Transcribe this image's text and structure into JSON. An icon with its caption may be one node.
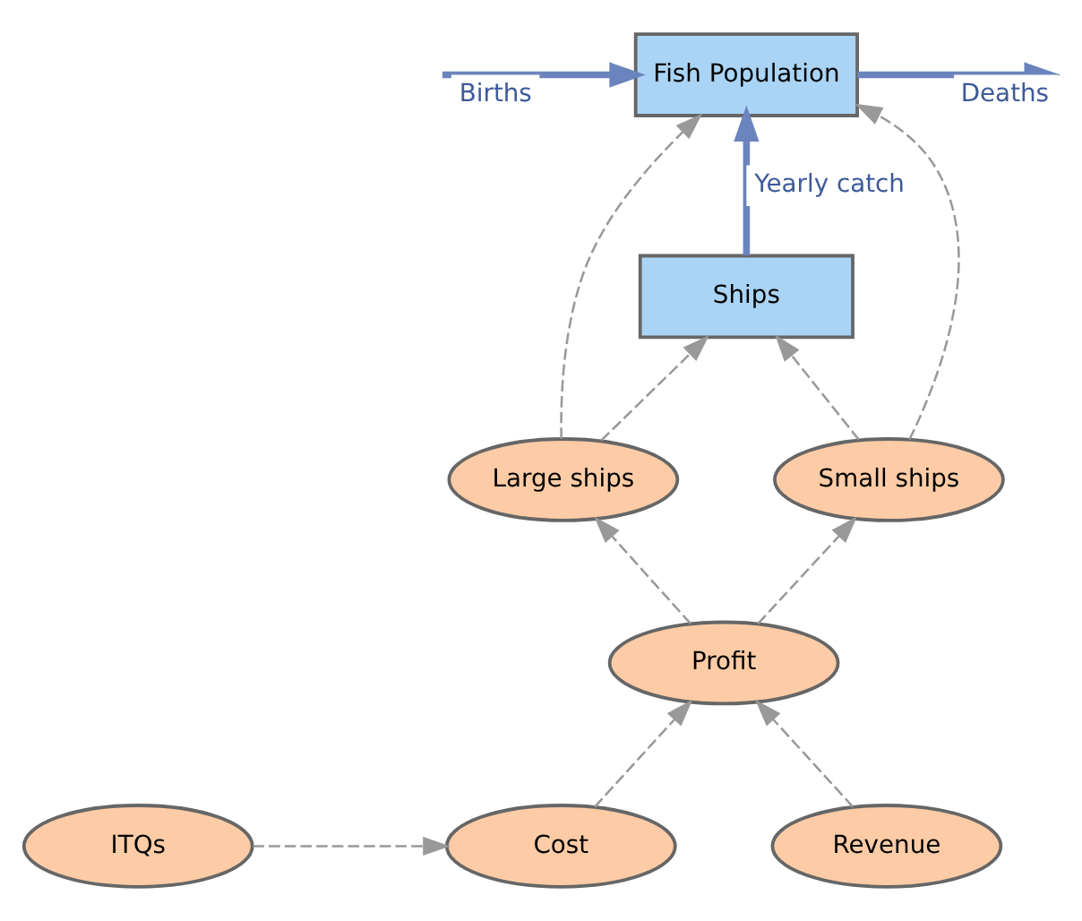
{
  "diagram": {
    "nodes": [
      {
        "text": [
          "Fish Population"
        ]
      },
      {
        "text": [
          "Ships"
        ]
      },
      {
        "text": [
          "Large ships"
        ]
      },
      {
        "text": [
          "Small ships"
        ]
      },
      {
        "text": [
          "Profit"
        ]
      },
      {
        "text": [
          "ITQs"
        ]
      },
      {
        "text": [
          "Cost"
        ]
      },
      {
        "text": [
          "Revenue"
        ]
      }
    ],
    "edges": [
      {
        "from": null,
        "to": 0,
        "arrow": "to",
        "label": "Births",
        "style": "thick",
        "color": "#6b84bd"
      },
      {
        "from": 0,
        "to": null,
        "arrow": "to",
        "label": "Deaths",
        "style": "thick",
        "color": "#6b84bd"
      },
      {
        "from": 1,
        "to": 0,
        "arrow": "to",
        "label": "Yearly catch",
        "style": "thick",
        "color": "#6b84bd"
      },
      {
        "from": 2,
        "to": 0,
        "arrow": "to",
        "style": "dashed"
      },
      {
        "from": 2,
        "to": 1,
        "arrow": "to",
        "style": "dashed"
      },
      {
        "from": 3,
        "to": 1,
        "arrow": "to",
        "style": "dashed"
      },
      {
        "from": 3,
        "to": 0,
        "arrow": "to",
        "style": "dashed"
      },
      {
        "from": 4,
        "to": 2,
        "arrow": "to",
        "style": "dashed"
      },
      {
        "from": 4,
        "to": 3,
        "arrow": "to",
        "style": "dashed"
      },
      {
        "from": 6,
        "to": 4,
        "arrow": "to",
        "style": "dashed"
      },
      {
        "from": 7,
        "to": 4,
        "arrow": "to",
        "style": "dashed"
      },
      {
        "from": 5,
        "to": 6,
        "arrow": "to",
        "style": "dashed"
      }
    ]
  }
}
